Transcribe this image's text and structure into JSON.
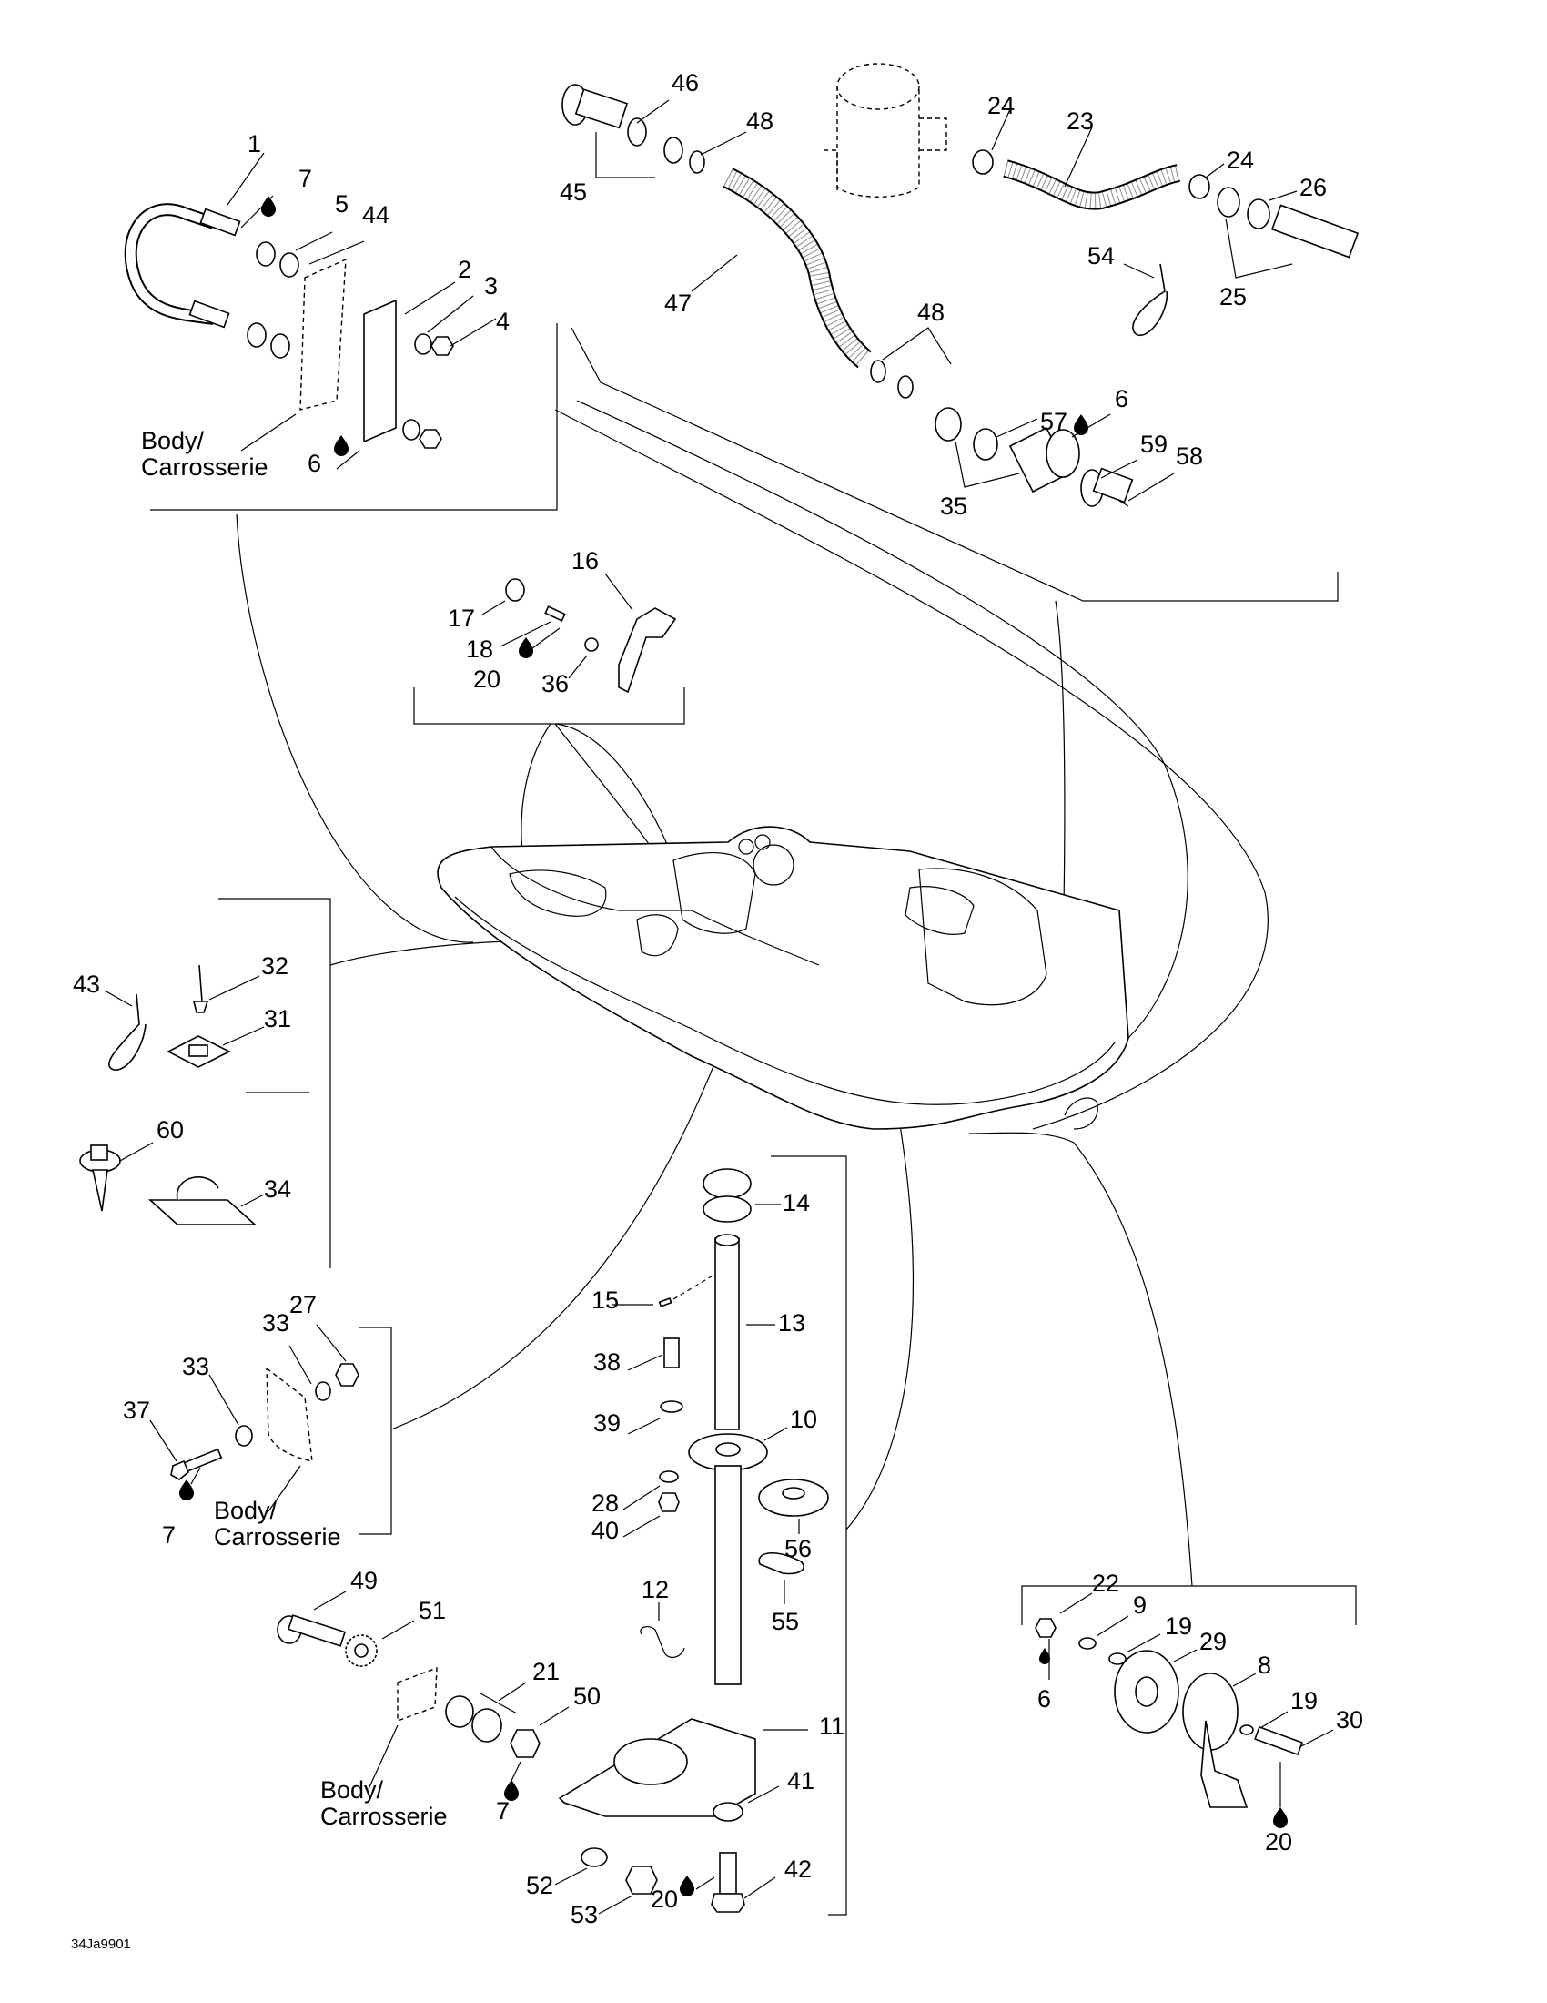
{
  "figure": {
    "type": "exploded-parts-diagram",
    "subject": "Hull / body fittings",
    "reference_code": "34Ja9901",
    "body_label_line1": "Body/",
    "body_label_line2": "Carrosserie",
    "sealant_icon": "drop-icon"
  },
  "groups": [
    {
      "id": "bow-eye",
      "callouts": [
        "1",
        "7",
        "5",
        "44",
        "2",
        "3",
        "4",
        "6"
      ],
      "has_body_label": true
    },
    {
      "id": "bilge-drain",
      "callouts": [
        "46",
        "48",
        "45",
        "47",
        "48",
        "57",
        "6",
        "59",
        "58",
        "35"
      ]
    },
    {
      "id": "bilge-pump",
      "callouts": [
        "24",
        "23",
        "24",
        "26",
        "25",
        "54"
      ]
    },
    {
      "id": "grab-handle",
      "callouts": [
        "16",
        "17",
        "18",
        "20",
        "36"
      ]
    },
    {
      "id": "fasteners",
      "callouts": [
        "43",
        "32",
        "31",
        "60",
        "34"
      ]
    },
    {
      "id": "side-bolt",
      "callouts": [
        "27",
        "33",
        "33",
        "37",
        "7"
      ],
      "has_body_label": true
    },
    {
      "id": "steering-post",
      "callouts": [
        "14",
        "15",
        "13",
        "38",
        "39",
        "10",
        "28",
        "40",
        "56",
        "12",
        "55",
        "11",
        "41",
        "42",
        "20",
        "52",
        "53"
      ]
    },
    {
      "id": "tow-bracket",
      "callouts": [
        "49",
        "51",
        "21",
        "50",
        "7"
      ],
      "has_body_label": true
    },
    {
      "id": "drain-plug",
      "callouts": [
        "22",
        "9",
        "19",
        "29",
        "8",
        "19",
        "30",
        "6",
        "20"
      ]
    }
  ],
  "labels": {
    "c1": "1",
    "c7a": "7",
    "c5": "5",
    "c44": "44",
    "c2": "2",
    "c3": "3",
    "c4": "4",
    "c6a": "6",
    "c46": "46",
    "c48a": "48",
    "c45": "45",
    "c47": "47",
    "c48b": "48",
    "c57": "57",
    "c6b": "6",
    "c59": "59",
    "c58": "58",
    "c35": "35",
    "c24a": "24",
    "c23": "23",
    "c24b": "24",
    "c26": "26",
    "c25": "25",
    "c54": "54",
    "c16": "16",
    "c17": "17",
    "c18": "18",
    "c20a": "20",
    "c36": "36",
    "c43": "43",
    "c32": "32",
    "c31": "31",
    "c60": "60",
    "c34": "34",
    "c27": "27",
    "c33a": "33",
    "c33b": "33",
    "c37": "37",
    "c7b": "7",
    "c14": "14",
    "c15": "15",
    "c13": "13",
    "c38": "38",
    "c39": "39",
    "c10": "10",
    "c28": "28",
    "c40": "40",
    "c56": "56",
    "c12": "12",
    "c55": "55",
    "c11": "11",
    "c41": "41",
    "c42": "42",
    "c20b": "20",
    "c52": "52",
    "c53": "53",
    "c49": "49",
    "c51": "51",
    "c21": "21",
    "c50": "50",
    "c7c": "7",
    "c22": "22",
    "c9": "9",
    "c19a": "19",
    "c29": "29",
    "c8": "8",
    "c19b": "19",
    "c30": "30",
    "c6c": "6",
    "c20c": "20"
  }
}
